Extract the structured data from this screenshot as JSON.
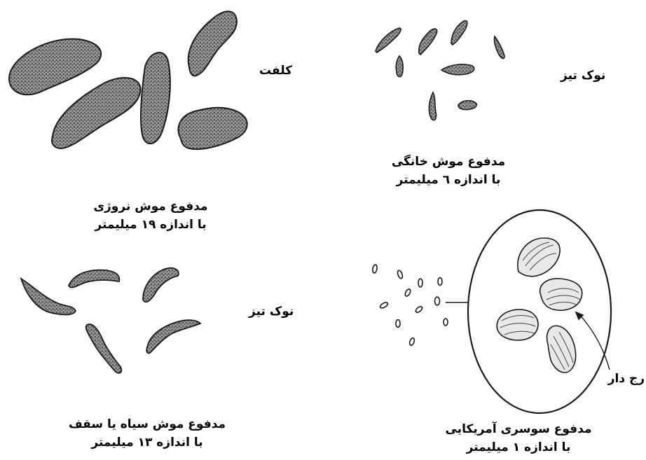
{
  "panels": {
    "norway_rat": {
      "caption_line1": "مدفوع موش نروژی",
      "caption_line2": "با اندازه ۱۹ میلیمتر",
      "side_label": "کلفت"
    },
    "house_mouse": {
      "caption_line1": "مدفوع موش خانگی",
      "caption_line2": "با اندازه ٦ میلیمتر",
      "side_label": "نوک تیز"
    },
    "roof_rat": {
      "caption_line1": "مدفوع موش سیاه یا سقف",
      "caption_line2": "با اندازه ١٣ میلیمتر",
      "side_label": "نوک تیز"
    },
    "cockroach": {
      "caption_line1": "مدفوع سوسری آمریکایی",
      "caption_line2": "با اندازه  ١ میلیمتر",
      "side_label": "رج دار"
    }
  },
  "colors": {
    "ink": "#1a1a1a",
    "fill": "#5a5a5a",
    "background": "#ffffff"
  }
}
